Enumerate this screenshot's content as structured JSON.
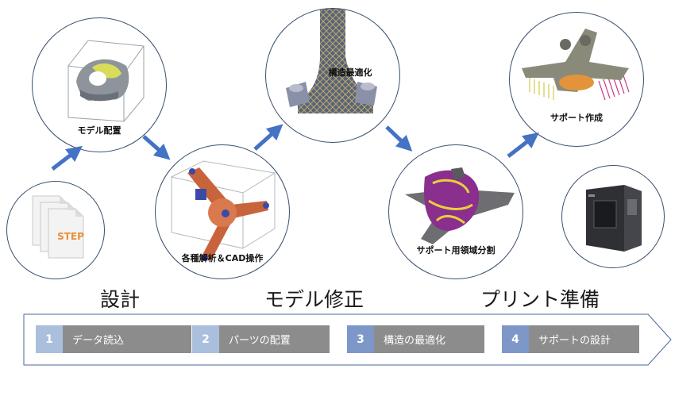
{
  "circles": [
    {
      "label": "モデル配置"
    },
    {
      "label": "各種解析＆CAD操作"
    },
    {
      "label": "構造最適化"
    },
    {
      "label": "サポート用領域分割"
    },
    {
      "label": "サポート作成"
    }
  ],
  "file_icon_label": "STEP",
  "phases": [
    "設計",
    "モデル修正",
    "プリント準備"
  ],
  "steps": [
    {
      "num": "1",
      "label": "データ読込",
      "color": "#a9bfdc"
    },
    {
      "num": "2",
      "label": "パーツの配置",
      "color": "#a9bfdc"
    },
    {
      "num": "3",
      "label": "構造の最適化",
      "color": "#7d97c8"
    },
    {
      "num": "4",
      "label": "サポートの設計",
      "color": "#7d97c8"
    }
  ],
  "colors": {
    "arrow": "#4472c4",
    "circle_border": "#3a5070",
    "step_bar": "#8c8c8c",
    "bar_outline": "#4a6a9a"
  },
  "icons": [
    "document-stack-icon",
    "3d-printer-icon"
  ]
}
